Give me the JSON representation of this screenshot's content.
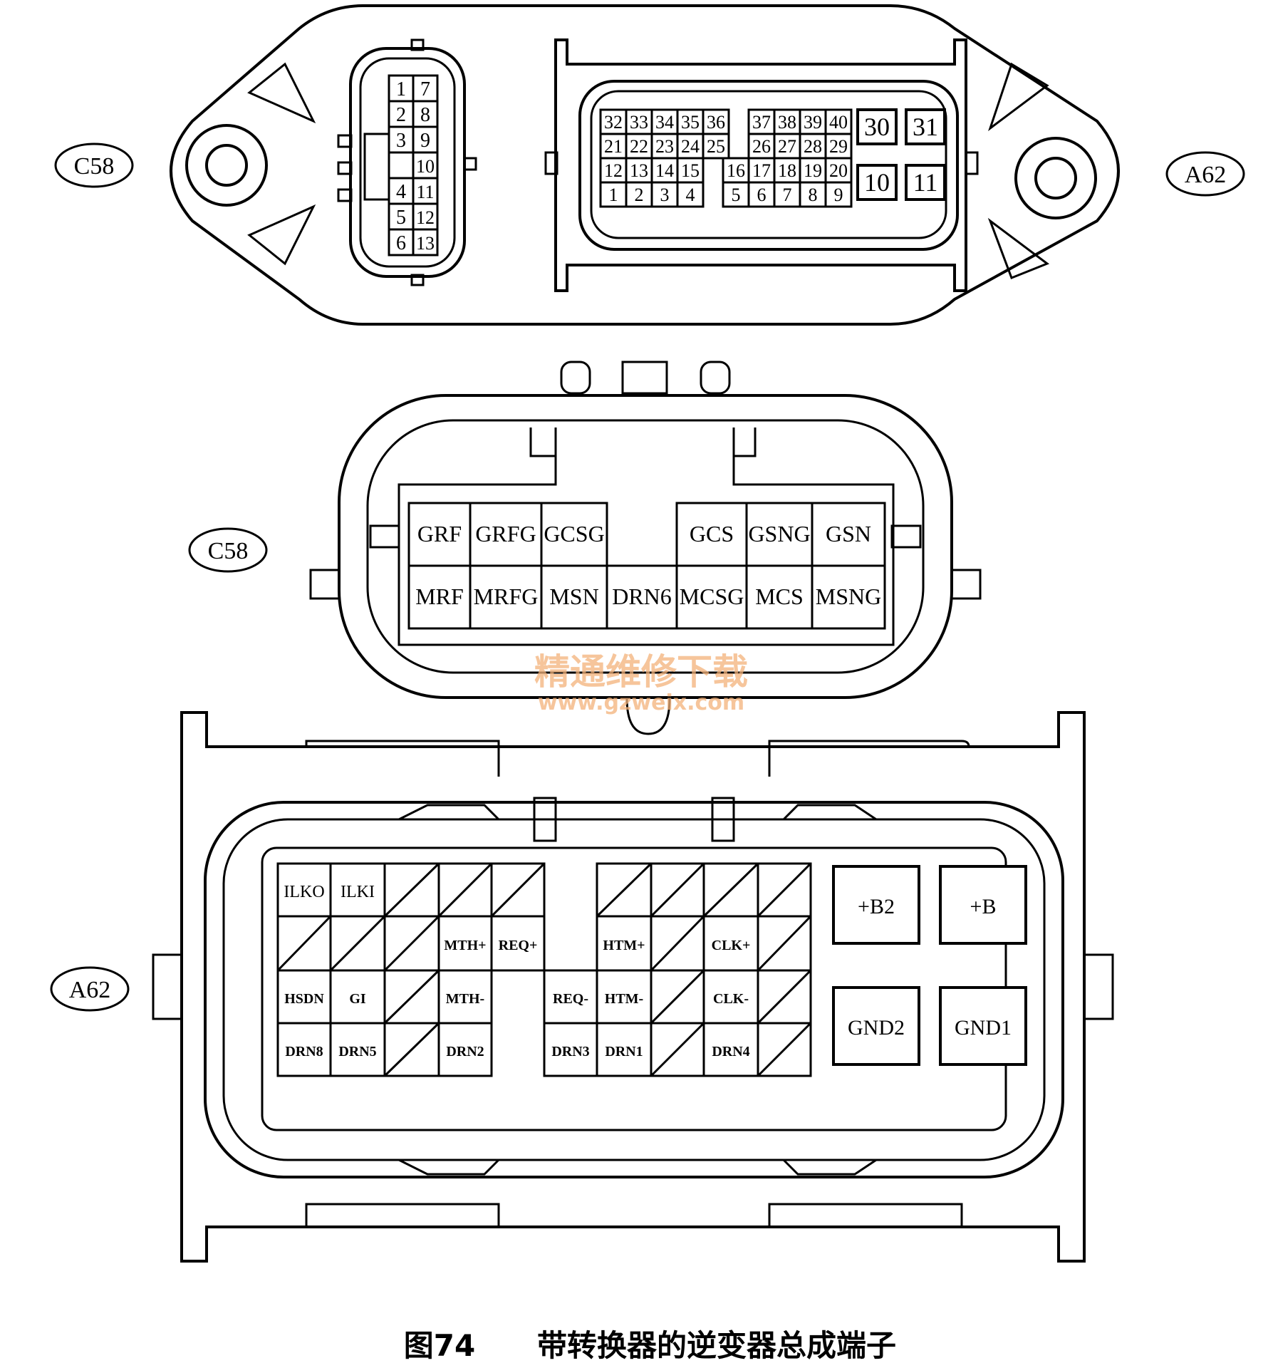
{
  "connectors": {
    "c58_label": "C58",
    "a62_label": "A62"
  },
  "top_c58": {
    "left_col": [
      "1",
      "2",
      "3",
      "",
      "4",
      "5",
      "6"
    ],
    "right_col": [
      "7",
      "8",
      "9",
      "10",
      "11",
      "12",
      "13"
    ]
  },
  "top_a62": {
    "rows": [
      [
        "32",
        "33",
        "34",
        "35",
        "36",
        "37",
        "38",
        "39",
        "40"
      ],
      [
        "21",
        "22",
        "23",
        "24",
        "25",
        "26",
        "27",
        "28",
        "29"
      ],
      [
        "12",
        "13",
        "14",
        "15",
        "16",
        "17",
        "18",
        "19",
        "20"
      ],
      [
        "1",
        "2",
        "3",
        "4",
        "5",
        "6",
        "7",
        "8",
        "9"
      ]
    ],
    "big": [
      "30",
      "31",
      "10",
      "11"
    ]
  },
  "mid_c58": {
    "top_row": [
      "GRF",
      "GRFG",
      "GCSG",
      "",
      "GCS",
      "GSNG",
      "GSN"
    ],
    "bottom_row": [
      "MRF",
      "MRFG",
      "MSN",
      "DRN6",
      "MCSG",
      "MCS",
      "MSNG"
    ]
  },
  "bottom_a62": {
    "left_block": [
      [
        "ILKO",
        "ILKI",
        "",
        "",
        ""
      ],
      [
        "",
        "",
        "",
        "MTH+",
        "REQ+"
      ],
      [
        "HSDN",
        "GI",
        "",
        "MTH-",
        ""
      ],
      [
        "DRN8",
        "DRN5",
        "",
        "DRN2",
        ""
      ]
    ],
    "right_block": [
      [
        "",
        "",
        "",
        ""
      ],
      [
        "HTM+",
        "",
        "CLK+",
        ""
      ],
      [
        "HTM-",
        "",
        "CLK-",
        ""
      ],
      [
        "DRN1",
        "",
        "DRN4",
        ""
      ]
    ],
    "req_minus": "REQ-",
    "drn3": "DRN3",
    "power": [
      "+B2",
      "+B",
      "GND2",
      "GND1"
    ]
  },
  "watermark": {
    "line1": "精通维修下载",
    "line2": "www.gzweix.com"
  },
  "caption": {
    "figure": "图74",
    "title": "带转换器的逆变器总成端子"
  }
}
